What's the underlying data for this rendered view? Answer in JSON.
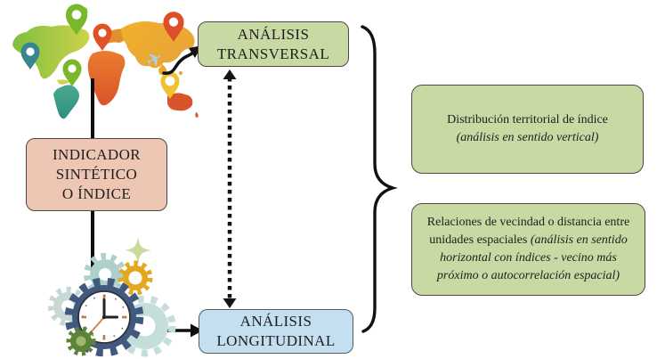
{
  "nodes": {
    "source": {
      "label": "INDICADOR\nSINTÉTICO\nO ÍNDICE",
      "fill": "#edc6b4"
    },
    "transversal": {
      "label": "ANÁLISIS\nTRANSVERSAL",
      "fill": "#c9d9a3"
    },
    "longitudinal": {
      "label": "ANÁLISIS\nLONGITUDINAL",
      "fill": "#c3dff0"
    }
  },
  "annotations": {
    "vertical": {
      "text": "Distribución territorial de índice",
      "italic": "(análisis en sentido vertical)",
      "fill": "#c9d9a3"
    },
    "horizontal": {
      "text": "Relaciones de vecindad o distancia entre unidades espaciales",
      "italic": "(análisis en sentido horizontal con índices - vecino más próximo o autocorrelación espacial)",
      "fill": "#c9d9a3"
    }
  },
  "icons": {
    "map": "world-map-with-location-pins",
    "plane": "airplane",
    "gears_clock": "gears-and-clock",
    "sparkle": "four-point-sparkle",
    "brace": "right-curly-brace",
    "dotted_arrow": "vertical-double-headed-dotted-arrow",
    "solid_arrow": "right-arrow",
    "swoosh_arrow": "curved-arrow-to-transversal"
  },
  "colors": {
    "node_source_fill": "#edc6b4",
    "node_transversal_fill": "#c9d9a3",
    "node_longitudinal_fill": "#c3dff0",
    "annotation_fill": "#c9d9a3",
    "box_border": "#4b4b44",
    "connector": "#0d0d0d",
    "map_green": "#8cc63f",
    "map_yellow_green": "#cdd24a",
    "map_teal": "#3a9a84",
    "map_orange": "#eca928",
    "map_red_orange": "#d9542b",
    "gear_navy": "#41597e",
    "gear_gold": "#e2a81f",
    "gear_teal_light": "#c3dedb",
    "gear_green": "#5d8339",
    "clock_accent": "#c07a4a"
  }
}
